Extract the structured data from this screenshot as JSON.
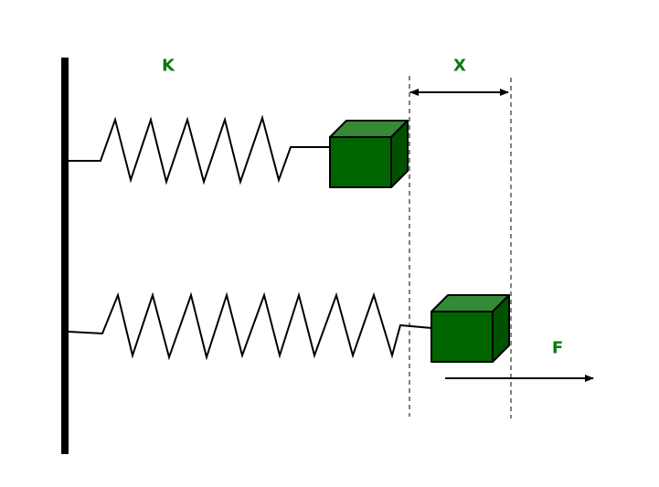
{
  "labels": {
    "spring_constant": "K",
    "displacement": "X",
    "force": "F"
  },
  "colors": {
    "block_front": "#006400",
    "block_top": "#358a35",
    "block_side": "#005200",
    "label": "#0b7a0b",
    "line": "#000000"
  }
}
